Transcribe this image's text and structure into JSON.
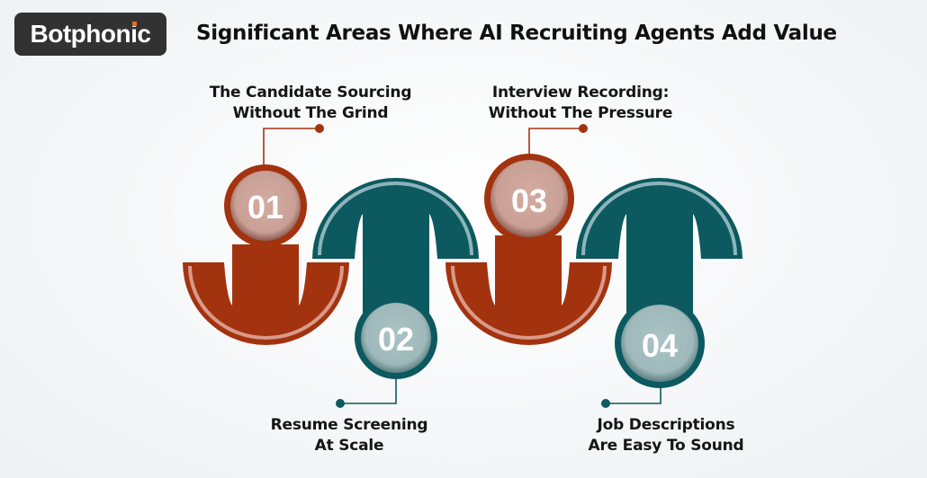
{
  "brand": {
    "name": "Botphonic",
    "accent_dot_color": "#ee6a1f"
  },
  "title": "Significant Areas Where AI Recruiting Agents Add Value",
  "colors": {
    "rust": "#a3330f",
    "rust_light": "#d99a89",
    "rust_circle": "#cfa69b",
    "teal": "#0c5960",
    "teal_light": "#8cb5ba",
    "teal_circle": "#a6bfc1"
  },
  "steps": [
    {
      "number": "01",
      "label_line1": "The Candidate Sourcing",
      "label_line2": "Without The Grind",
      "color": "rust",
      "position": "top"
    },
    {
      "number": "02",
      "label_line1": "Resume Screening",
      "label_line2": "At Scale",
      "color": "teal",
      "position": "bottom"
    },
    {
      "number": "03",
      "label_line1": "Interview Recording:",
      "label_line2": "Without The Pressure",
      "color": "rust",
      "position": "top"
    },
    {
      "number": "04",
      "label_line1": "Job Descriptions",
      "label_line2": "Are Easy To Sound",
      "color": "teal",
      "position": "bottom"
    }
  ]
}
